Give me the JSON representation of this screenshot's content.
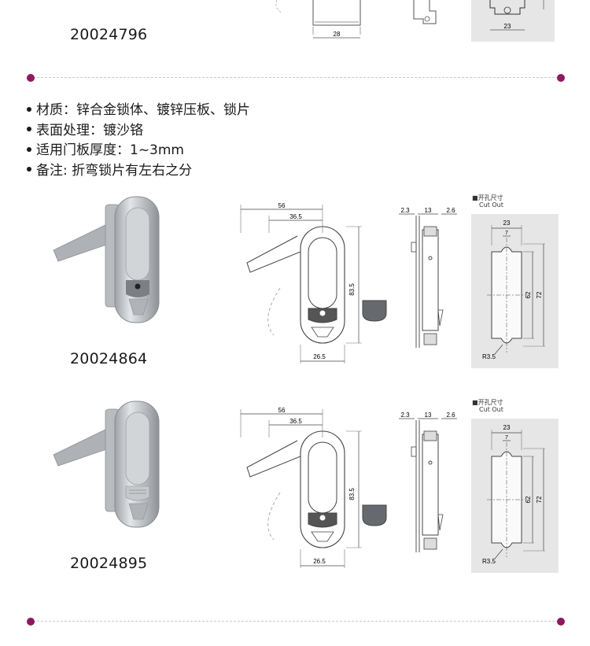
{
  "top_section": {
    "model": "20024796",
    "dims": {
      "width": "28",
      "cutout": "23"
    }
  },
  "specifications": [
    "材质：锌合金锁体、镀锌压板、锁片",
    "表面处理：镀沙铬",
    "适用门板厚度：1~3mm",
    "备注: 折弯锁片有左右之分"
  ],
  "products": [
    {
      "model": "20024864",
      "dims": {
        "overall": "56",
        "offset": "36.5",
        "height": "83.5",
        "body_width": "26.5",
        "d1": "2.3",
        "d2": "13",
        "d3": "2.6"
      },
      "cutout": {
        "title_cn": "开孔尺寸",
        "title_en": "Cut Out",
        "width": "23",
        "notch": "7",
        "inner": "62",
        "outer": "72",
        "radius": "R3.5"
      }
    },
    {
      "model": "20024895",
      "dims": {
        "overall": "56",
        "offset": "36.5",
        "height": "83.5",
        "body_width": "26.5",
        "d1": "2.3",
        "d2": "13",
        "d3": "2.6"
      },
      "cutout": {
        "title_cn": "开孔尺寸",
        "title_en": "Cut Out",
        "width": "23",
        "notch": "7",
        "inner": "62",
        "outer": "72",
        "radius": "R3.5"
      }
    }
  ],
  "colors": {
    "accent_dot": "#8e1a5c",
    "panel_bg": "#e6e6e6",
    "metal": "#bfc2c5"
  }
}
